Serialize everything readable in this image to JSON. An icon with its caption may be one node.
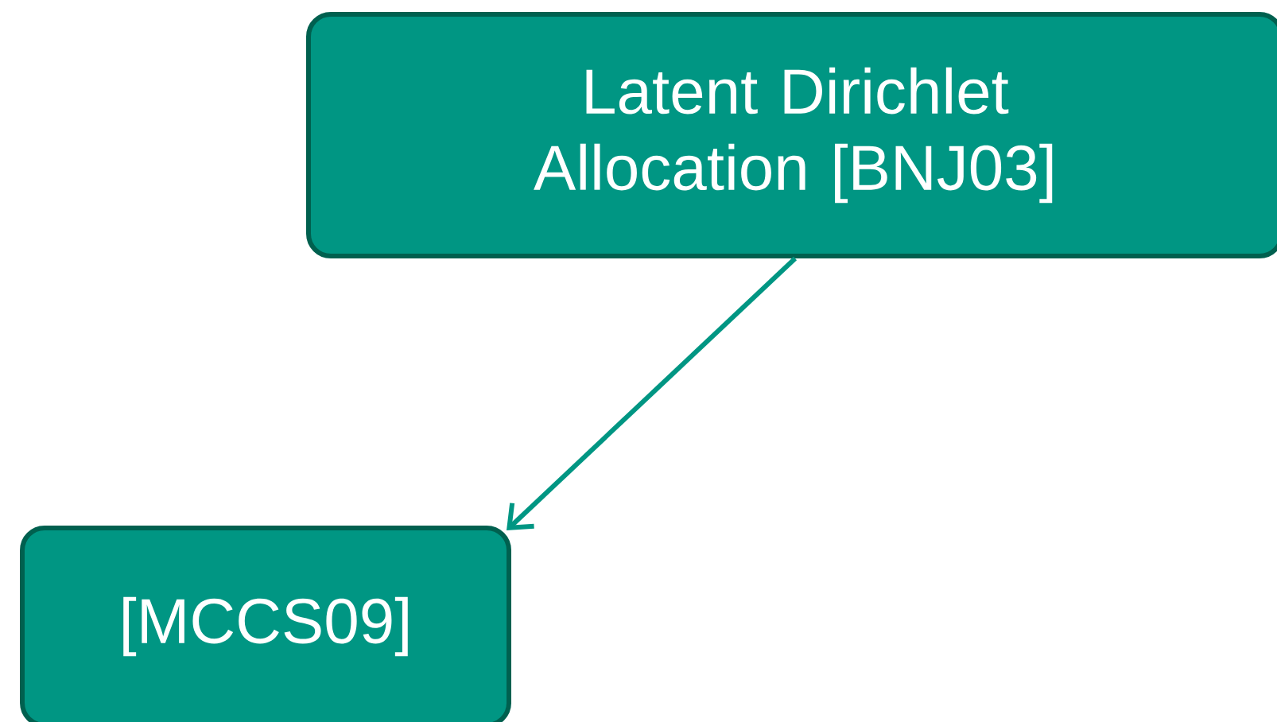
{
  "diagram": {
    "nodes": [
      {
        "text": [
          "Latent Dirichlet Allocation [BNJ03]"
        ]
      },
      {
        "text": [
          "[MCCS09]"
        ]
      }
    ],
    "edges": [
      {
        "from": 0,
        "to": 1,
        "arrow": "to"
      }
    ]
  }
}
